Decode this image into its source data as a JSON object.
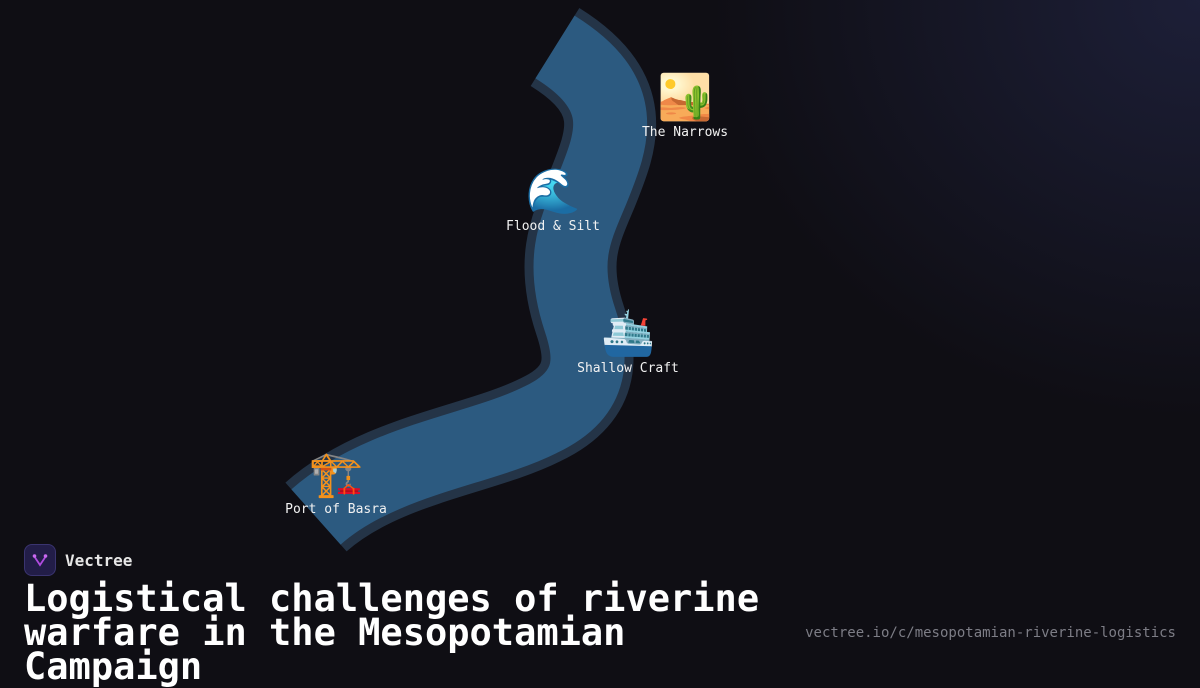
{
  "brand": {
    "name": "Vectree",
    "logo_icon": "vectree-logo-icon",
    "accent": "#b04be0"
  },
  "title": "Logistical challenges of riverine warfare in the Mesopotamian Campaign",
  "url": "vectree.io/c/mesopotamian-riverine-logistics",
  "river": {
    "fill": "#2c5a80",
    "bank": "#243447"
  },
  "markers": [
    {
      "label": "The Narrows",
      "emoji": "🏜️",
      "icon": "desert-icon"
    },
    {
      "label": "Flood & Silt",
      "emoji": "🌊",
      "icon": "wave-icon"
    },
    {
      "label": "Shallow Craft",
      "emoji": "🛳️",
      "icon": "ship-icon"
    },
    {
      "label": "Port of Basra",
      "emoji": "🏗️",
      "icon": "crane-icon"
    }
  ]
}
